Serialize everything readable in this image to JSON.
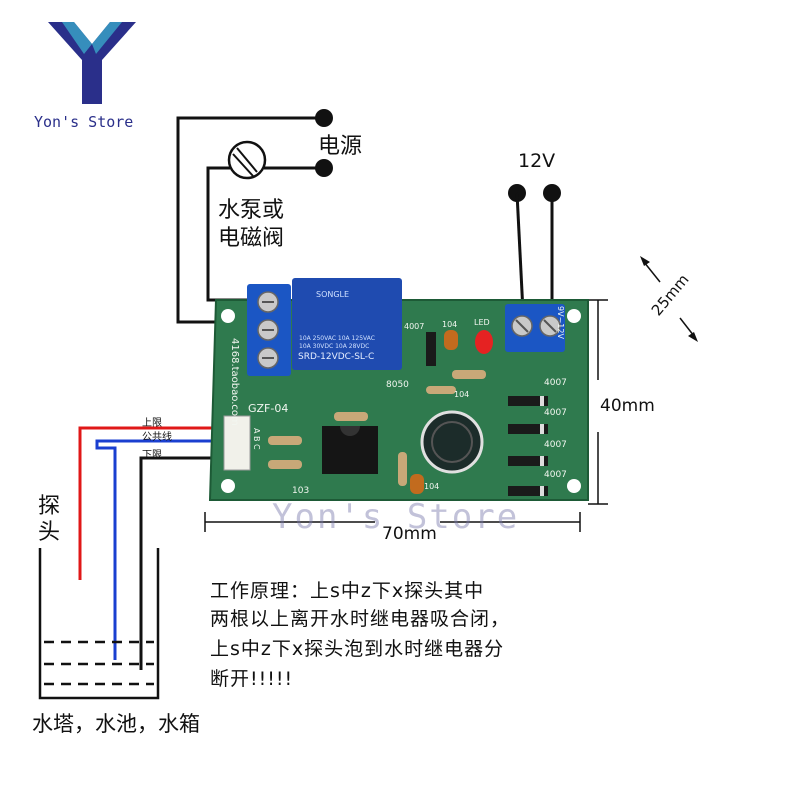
{
  "brand": {
    "name": "Yon's Store",
    "watermark": "Yon's Store",
    "logo_color": "#2a2f8a",
    "logo_accent": "#3aa6c8"
  },
  "labels": {
    "power": "电源",
    "pump_line1": "水泵或",
    "pump_line2": "电磁阀",
    "supply": "12V",
    "dim_thickness": "25mm",
    "dim_height": "40mm",
    "dim_width": "70mm",
    "probe_line1": "探",
    "probe_line2": "头",
    "tanks": "水塔，水池，水箱"
  },
  "wires": {
    "upper": "上限",
    "common": "公共线",
    "lower": "下限"
  },
  "description": [
    "工作原理：上s中z下x探头其中",
    "两根以上离开水时继电器吸合闭，",
    "上s中z下x探头泡到水时继电器分",
    "断开!!!!!"
  ],
  "board": {
    "model": "GZF-04",
    "relay_brand": "SONGLE",
    "relay_model": "SRD-12VDC-SL-C",
    "relay_rating1": "10A 250VAC 10A 125VAC",
    "relay_rating2": "10A  30VDC 10A  28VDC",
    "terminal_label": "9V~12V",
    "led_label": "LED",
    "transistor": "8050",
    "diode": "4007",
    "cap_104": "104",
    "res_103": "103",
    "side_text": "4168.taobao.com",
    "connector_pins": "A B C",
    "diode_labels": [
      "4007",
      "4007",
      "4007",
      "4007"
    ]
  },
  "colors": {
    "board": "#2f7a4e",
    "relay": "#1f4bb0",
    "terminal": "#1b56c4",
    "upper_wire": "#e01818",
    "common_wire": "#1a3fd0",
    "lower_wire": "#111111"
  }
}
